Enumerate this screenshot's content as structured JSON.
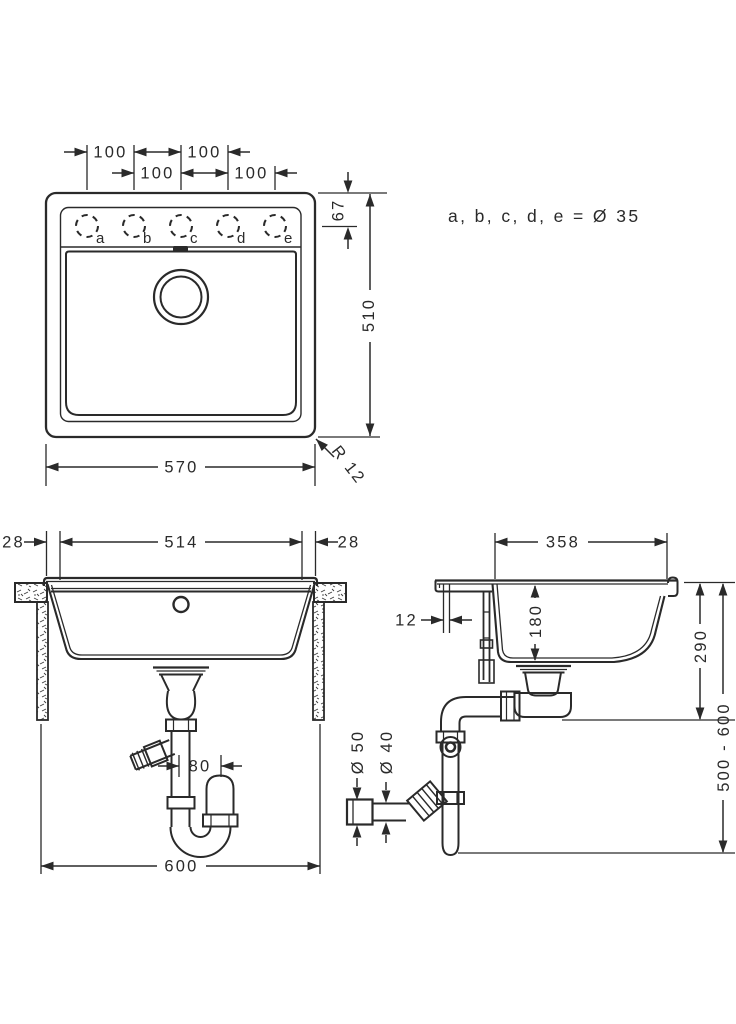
{
  "colors": {
    "line": "#2a2a2a",
    "background": "#ffffff"
  },
  "plan_view": {
    "hole_spacing": [
      "100",
      "100",
      "100",
      "100"
    ],
    "holes": [
      "a",
      "b",
      "c",
      "d",
      "e"
    ],
    "ledge_offset": "67",
    "height": "510",
    "width": "570",
    "corner_radius": "R 12"
  },
  "note": "a, b, c, d, e = Ø 35",
  "front_view": {
    "left_rim": "28",
    "inner_width": "514",
    "right_rim": "28",
    "trap_offset": "80",
    "cabinet_width": "600"
  },
  "side_view": {
    "inner_depth": "358",
    "front_lip": "12",
    "bowl_depth": "180",
    "outlet_drop": "290",
    "install_height": "500 - 600",
    "outlet_dia": "Ø 50",
    "pipe_dia": "Ø 40"
  }
}
